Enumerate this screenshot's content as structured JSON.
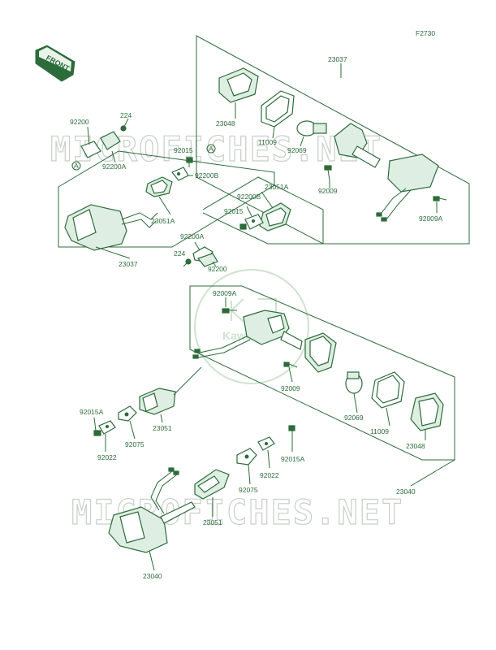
{
  "figure_code": "F2730",
  "front_label": "FRONT",
  "watermark": {
    "text": "MICROFICHES.NET",
    "logo_text": "Kawasaki"
  },
  "callouts": {
    "c23037_top": "23037",
    "c23048_top": "23048",
    "c11009_top": "11009",
    "c92069_top": "92069",
    "c92009_top": "92009",
    "c92009A_top": "92009A",
    "c92200_top": "92200",
    "c224_top": "224",
    "c92200A_top": "92200A",
    "c92015_top": "92015",
    "ref_A1": "A",
    "ref_A2": "A",
    "c92200B_top": "92200B",
    "c23051A_left": "23051A",
    "c23037_left": "23037",
    "c92200B_mid": "92200B",
    "c23051A_mid": "23051A",
    "c92015_mid": "92015",
    "c92200A_mid": "92200A",
    "c224_mid": "224",
    "c92200_mid": "92200",
    "c92009A_mid": "92009A",
    "c92009_mid": "92009",
    "c92069_mid": "92069",
    "c11009_mid": "11009",
    "c23048_mid": "23048",
    "c92015A_left": "92015A",
    "c92022_left": "92022",
    "c92075_left": "92075",
    "c23051_mid": "23051",
    "c23040_right": "23040",
    "c92015A_right": "92015A",
    "c92022_right": "92022",
    "c92075_right": "92075",
    "c23051_low": "23051",
    "c23040_low": "23040"
  }
}
